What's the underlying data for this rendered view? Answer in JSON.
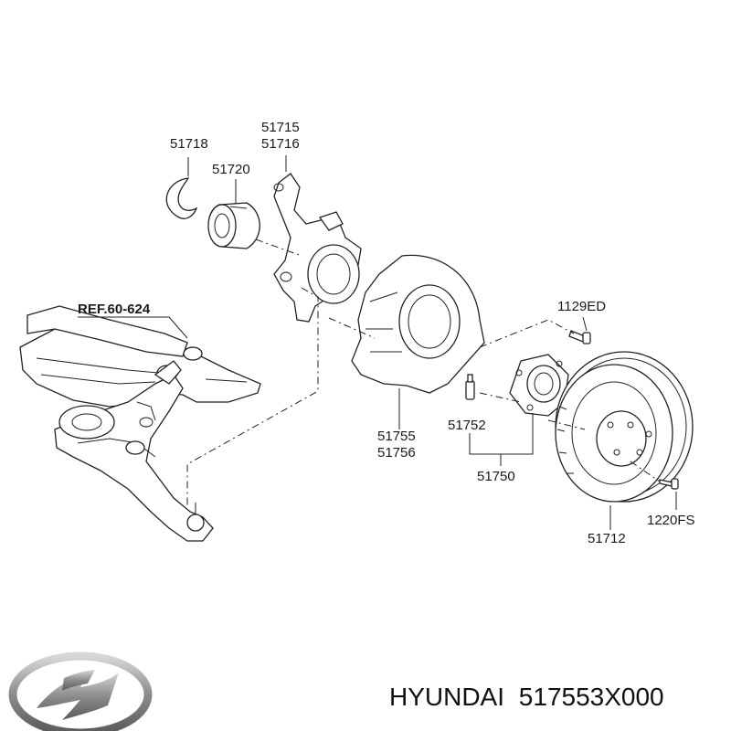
{
  "diagram": {
    "ref_label": "REF.60-624",
    "part_labels": {
      "p51718": "51718",
      "p51715": "51715",
      "p51716": "51716",
      "p51720": "51720",
      "p1129ED": "1129ED",
      "p51755": "51755",
      "p51756": "51756",
      "p51752": "51752",
      "p51750": "51750",
      "p1220FS": "1220FS",
      "p51712": "51712"
    }
  },
  "footer": {
    "brand": "HYUNDAI",
    "part_number": "517553X000"
  },
  "colors": {
    "line": "#222222",
    "text": "#1a1a1a",
    "logo_silver": "#9a9a9a"
  },
  "icons": {
    "logo": "hyundai-logo-icon"
  }
}
